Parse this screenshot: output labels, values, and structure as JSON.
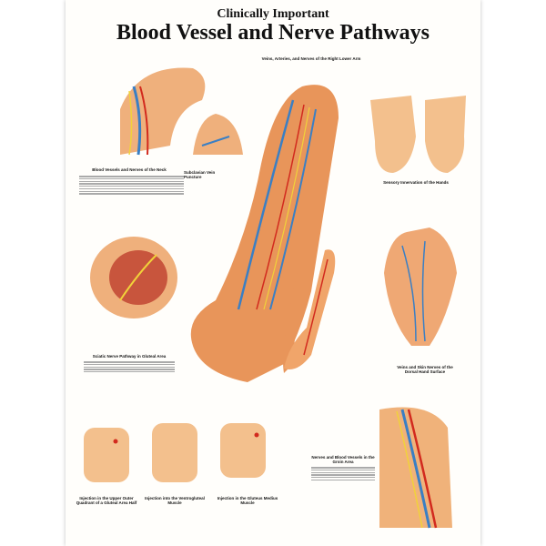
{
  "poster": {
    "subtitle": "Clinically Important",
    "title": "Blood Vessel and Nerve Pathways",
    "sections": {
      "arm": "Veins, Arteries, and Nerves of the Right Lower Arm",
      "neck": "Blood Vessels and Nerves of the Neck",
      "subclavian": "Subclavian Vein Puncture",
      "hands": "Sensory Innervation of the Hands",
      "dorsal": "Veins and Skin Nerves of the Dorsal Hand Surface",
      "sciatic": "Sciatic Nerve Pathway in Gluteal Area",
      "groin": "Nerves and Blood Vessels in the Groin Area",
      "inj1": "Injection in the Upper Outer Quadrant of a Gluteal Area Half",
      "inj2": "Injection into the Ventrogluteal Muscle",
      "inj3": "Injection in the Gluteus Medius Muscle"
    },
    "colors": {
      "skin": "#f0b27a",
      "muscle": "#c8553d",
      "vein": "#3a7fc4",
      "artery": "#d22a1e",
      "nerve": "#f1d23a"
    }
  }
}
